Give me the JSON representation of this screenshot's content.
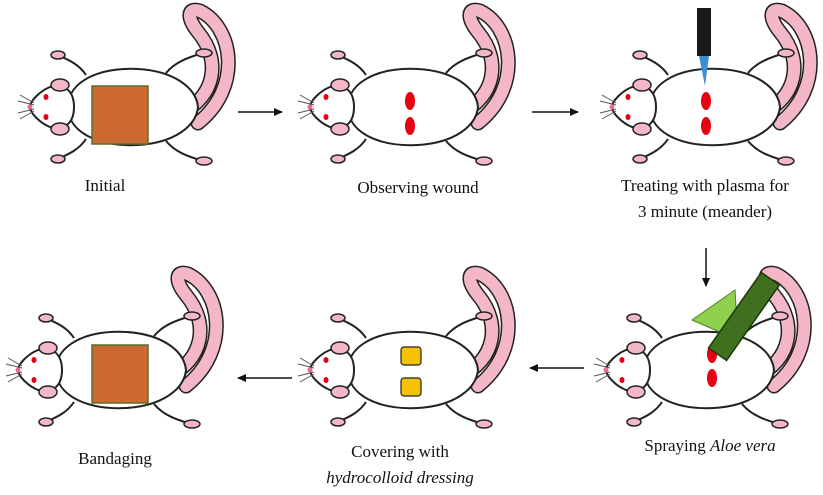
{
  "steps": [
    {
      "id": "initial",
      "caption": "Initial"
    },
    {
      "id": "observe",
      "caption": "Observing wound"
    },
    {
      "id": "plasma",
      "caption_line1": "Treating with plasma for",
      "caption_line2": "3 minute (meander)"
    },
    {
      "id": "spray",
      "caption_plain": "Spraying ",
      "caption_italic": "Aloe vera"
    },
    {
      "id": "cover",
      "caption_line1": "Covering with",
      "caption_line2_italic": "hydrocolloid dressing"
    },
    {
      "id": "bandage",
      "caption": "Bandaging"
    }
  ],
  "colors": {
    "bandage": "#cd6a31",
    "bandage_border": "#5a6e2a",
    "wound": "#e60012",
    "dressing": "#f6c200",
    "tail": "#f3b7c8",
    "body_outline": "#222222",
    "plasma_nozzle": "#1a1a1a",
    "plasma_jet": "#3b8fd6",
    "spray_cone": "#8fd14f",
    "spray_bottle": "#3f6f1f"
  },
  "icons": [
    "mouse-icon",
    "plasma-jet-icon",
    "spray-bottle-icon",
    "arrow-icon"
  ]
}
